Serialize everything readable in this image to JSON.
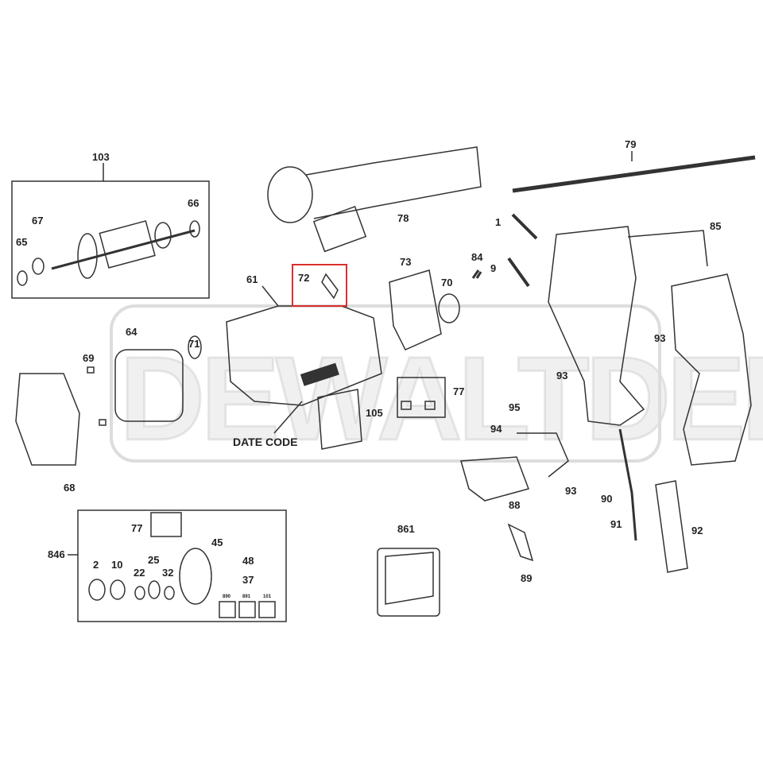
{
  "watermark": "DEWALTDEPOT",
  "highlight_color": "#d9302c",
  "date_code_label": "DATE CODE",
  "labels": {
    "p103": "103",
    "p66": "66",
    "p67": "67",
    "p65": "65",
    "p64": "64",
    "p69": "69",
    "p71": "71",
    "p68": "68",
    "p61": "61",
    "p72": "72",
    "p73": "73",
    "p70": "70",
    "p84": "84",
    "p78": "78",
    "p79": "79",
    "p1": "1",
    "p9": "9",
    "p85": "85",
    "p93a": "93",
    "p93b": "93",
    "p93c": "93",
    "p77a": "77",
    "p105": "105",
    "p95": "95",
    "p94": "94",
    "p88": "88",
    "p90": "90",
    "p91": "91",
    "p92": "92",
    "p89": "89",
    "p861": "861",
    "p846": "846",
    "p77b": "77",
    "p45": "45",
    "p48": "48",
    "p37": "37",
    "p2": "2",
    "p10": "10",
    "p22": "22",
    "p25": "25",
    "p32": "32",
    "p890": "890",
    "p891": "891",
    "p101": "101"
  }
}
